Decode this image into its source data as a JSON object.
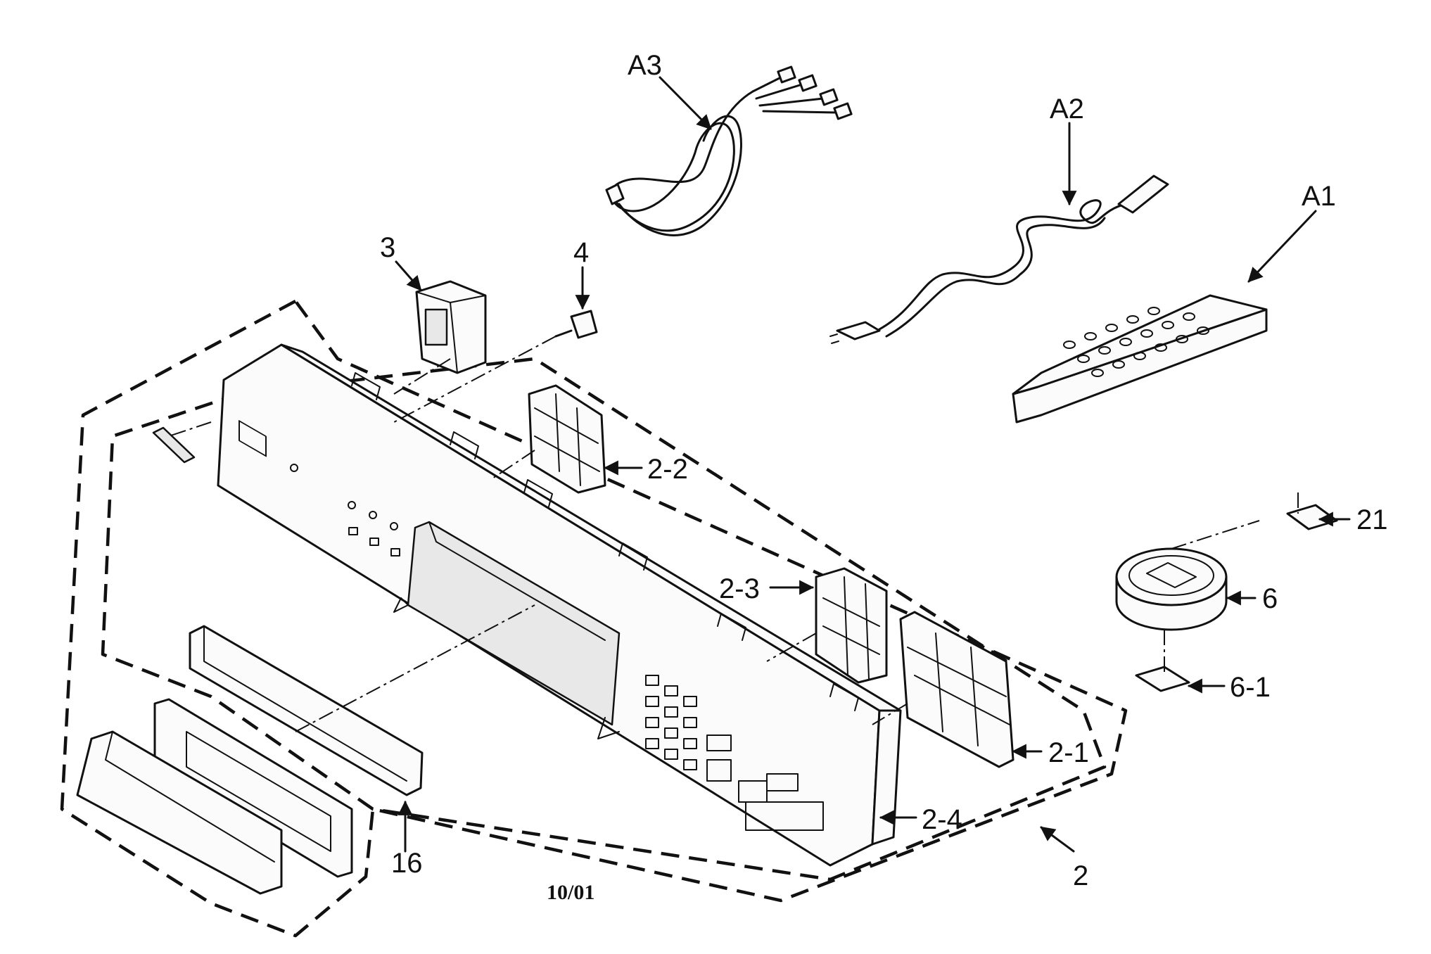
{
  "labels": {
    "A3": "A3",
    "A2": "A2",
    "A1": "A1",
    "p3": "3",
    "p4": "4",
    "p2_2": "2-2",
    "p2_3": "2-3",
    "p2_1": "2-1",
    "p2_4": "2-4",
    "p2": "2",
    "p21": "21",
    "p6": "6",
    "p6_1": "6-1",
    "p16": "16"
  },
  "date_code": "10/01"
}
